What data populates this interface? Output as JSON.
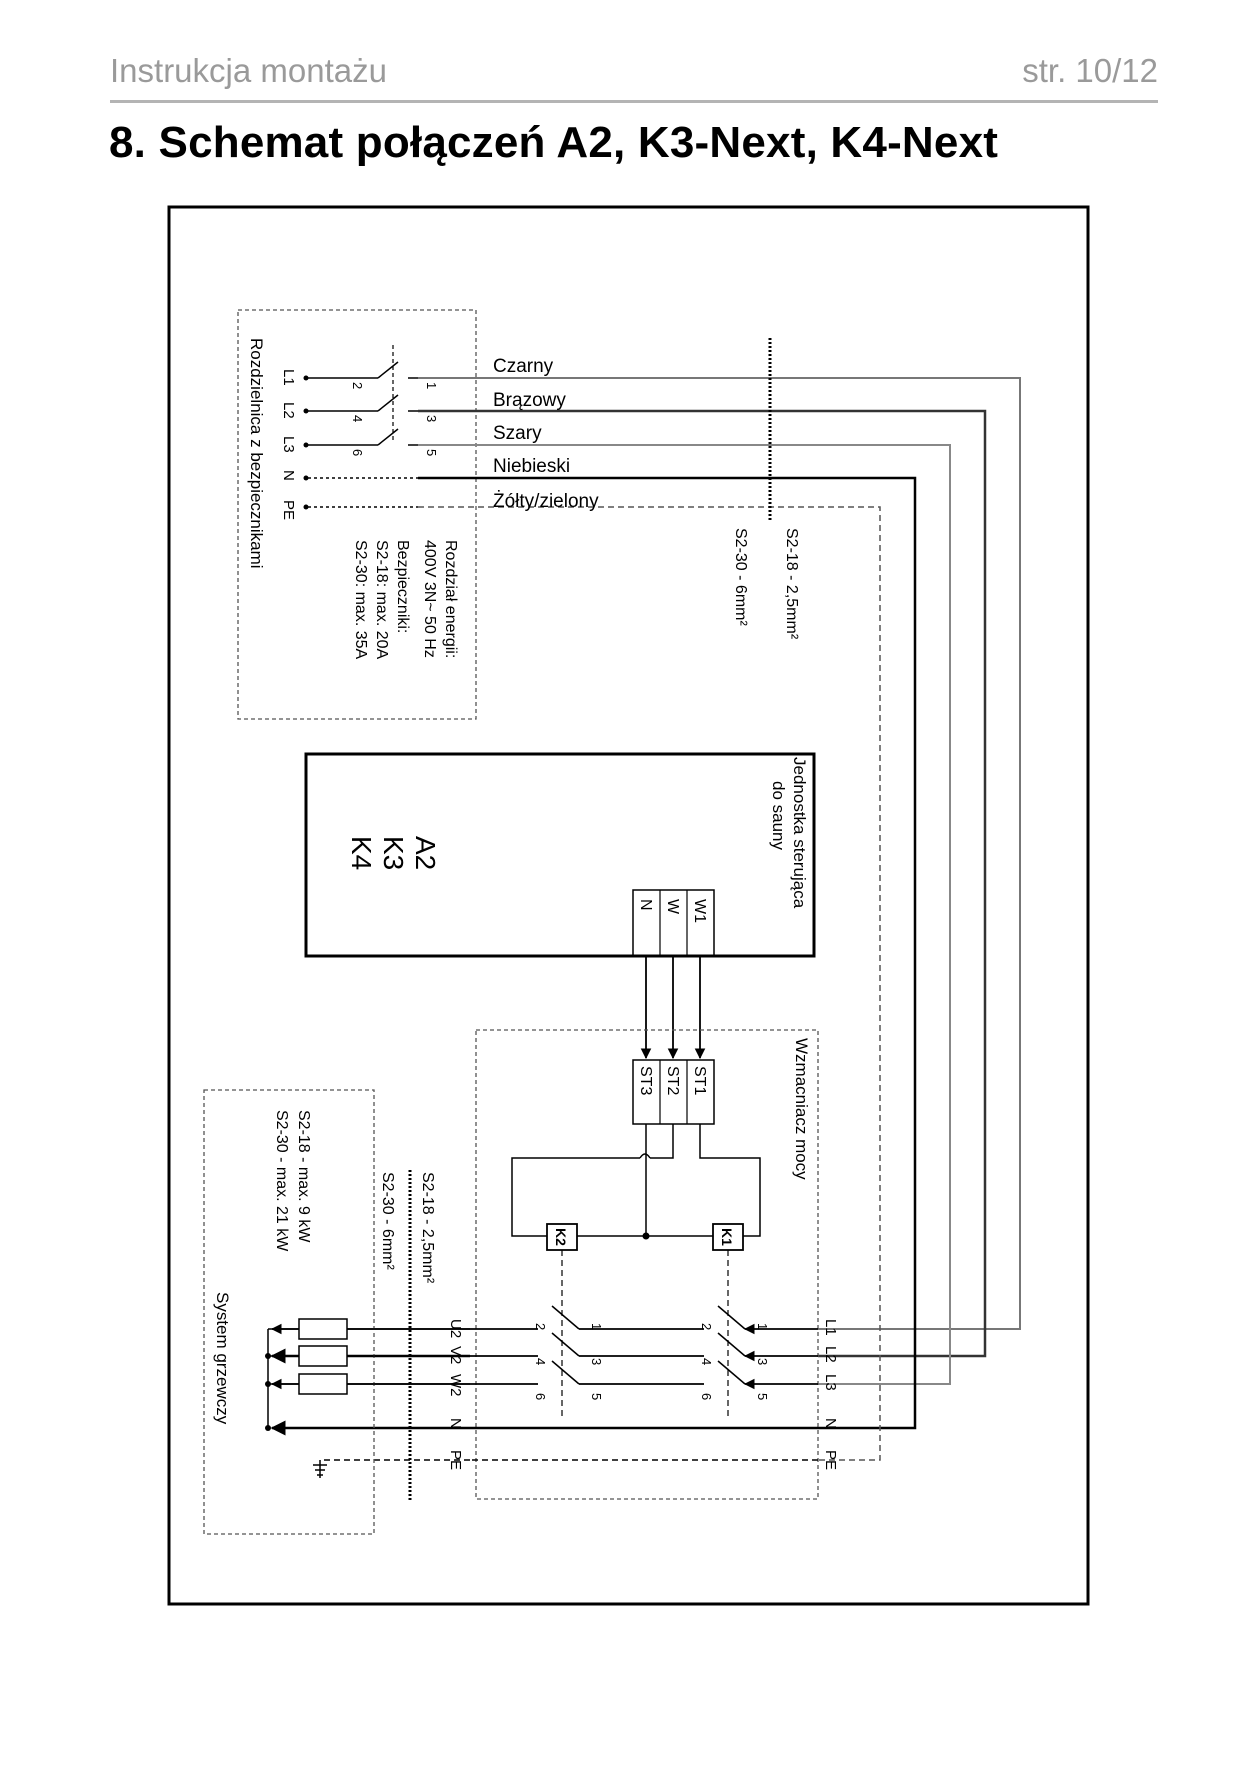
{
  "header": {
    "title": "Instrukcja montażu",
    "page": "str. 10/12"
  },
  "section_title": "8. Schemat połączeń A2, K3-Next, K4-Next",
  "distribution": {
    "title": "Rozdzielnica z bezpiecznikami",
    "terminals": [
      "L1",
      "L2",
      "L3",
      "N",
      "PE"
    ],
    "breaker_numbers": [
      "1",
      "2",
      "3",
      "4",
      "5",
      "6"
    ],
    "info_lines": [
      "Rozdział energii:",
      "400V 3N~ 50 Hz",
      "Bezpieczniki:",
      "S2-18: max. 20A",
      "S2-30: max. 35A"
    ]
  },
  "wires": [
    "Czarny",
    "Brązowy",
    "Szary",
    "Niebieski",
    "Żółty/zielony"
  ],
  "cable_top": [
    "S2-18 - 2,5mm²",
    "S2-30 - 6mm²"
  ],
  "control_unit": {
    "title_lines": [
      "Jednostka sterująca",
      "do sauny"
    ],
    "models": [
      "A2",
      "K3",
      "K4"
    ],
    "terminals": [
      "W1",
      "W",
      "N"
    ]
  },
  "amplifier": {
    "title": "Wzmacniacz mocy",
    "st_terminals": [
      "ST1",
      "ST2",
      "ST3"
    ],
    "contactors": [
      "K1",
      "K2"
    ],
    "contact_numbers": [
      "1",
      "2",
      "3",
      "4",
      "5",
      "6"
    ],
    "in_terminals": [
      "L1",
      "L2",
      "L3",
      "N",
      "PE"
    ],
    "out_terminals": [
      "U2",
      "V2",
      "W2",
      "N",
      "PE"
    ]
  },
  "cable_bottom": [
    "S2-18 - 2,5mm²",
    "S2-30 - 6mm²"
  ],
  "heating": {
    "title": "System grzewczy",
    "info_lines": [
      "S2-18 - max. 9 kW",
      "S2-30 - max. 21 kW"
    ]
  }
}
